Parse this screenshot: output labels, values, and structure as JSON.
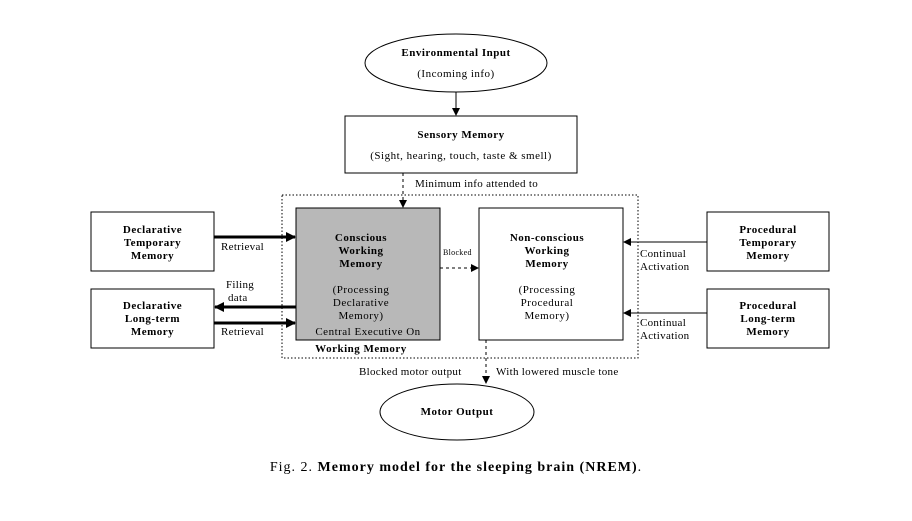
{
  "nodes": {
    "environmental_input": {
      "title": "Environmental Input",
      "subtitle": "(Incoming info)"
    },
    "sensory_memory": {
      "title": "Sensory Memory",
      "subtitle": "(Sight, hearing, touch, taste & smell)"
    },
    "declarative_temporary": {
      "line1": "Declarative",
      "line2": "Temporary",
      "line3": "Memory"
    },
    "declarative_longterm": {
      "line1": "Declarative",
      "line2": "Long-term",
      "line3": "Memory"
    },
    "conscious_wm": {
      "line1": "Conscious",
      "line2": "Working",
      "line3": "Memory",
      "sub1": "(Processing",
      "sub2": "Declarative",
      "sub3": "Memory)",
      "footer": "Central Executive On"
    },
    "nonconscious_wm": {
      "line1": "Non-conscious",
      "line2": "Working",
      "line3": "Memory",
      "sub1": "(Processing",
      "sub2": "Procedural",
      "sub3": "Memory)"
    },
    "procedural_temporary": {
      "line1": "Procedural",
      "line2": "Temporary",
      "line3": "Memory"
    },
    "procedural_longterm": {
      "line1": "Procedural",
      "line2": "Long-term",
      "line3": "Memory"
    },
    "working_memory_group": {
      "label": "Working Memory"
    },
    "motor_output": {
      "title": "Motor Output"
    }
  },
  "edges": {
    "min_info": "Minimum info attended to",
    "retrieval_top": "Retrieval",
    "filing_1": "Filing",
    "filing_2": "data",
    "retrieval_bottom": "Retrieval",
    "blocked": "Blocked",
    "continual_top_1": "Continual",
    "continual_top_2": "Activation",
    "continual_bottom_1": "Continual",
    "continual_bottom_2": "Activation",
    "blocked_motor": "Blocked motor output",
    "lowered_tone": "With lowered muscle tone"
  },
  "caption": {
    "prefix": "Fig. 2.",
    "title": "Memory model for the sleeping brain (NREM)",
    "suffix": "."
  },
  "colors": {
    "conscious_fill": "#b8b8b8",
    "stroke": "#000000"
  }
}
